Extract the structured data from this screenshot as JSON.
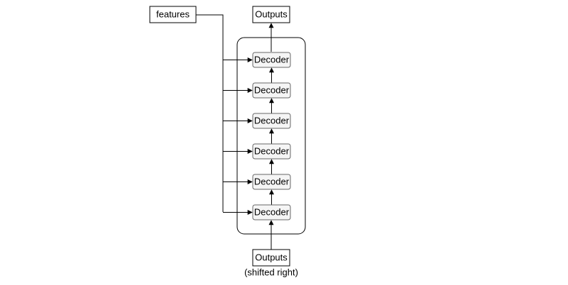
{
  "diagram": {
    "input_label": "features",
    "output_top_label": "Outputs",
    "output_bottom_label": "Outputs",
    "output_bottom_caption": "(shifted right)",
    "decoders": [
      {
        "label": "Decoder"
      },
      {
        "label": "Decoder"
      },
      {
        "label": "Decoder"
      },
      {
        "label": "Decoder"
      },
      {
        "label": "Decoder"
      },
      {
        "label": "Decoder"
      }
    ],
    "colors": {
      "stroke": "#000000",
      "decoder_fill": "#f5f5f5",
      "decoder_stroke": "#666666",
      "box_fill": "#ffffff"
    }
  }
}
